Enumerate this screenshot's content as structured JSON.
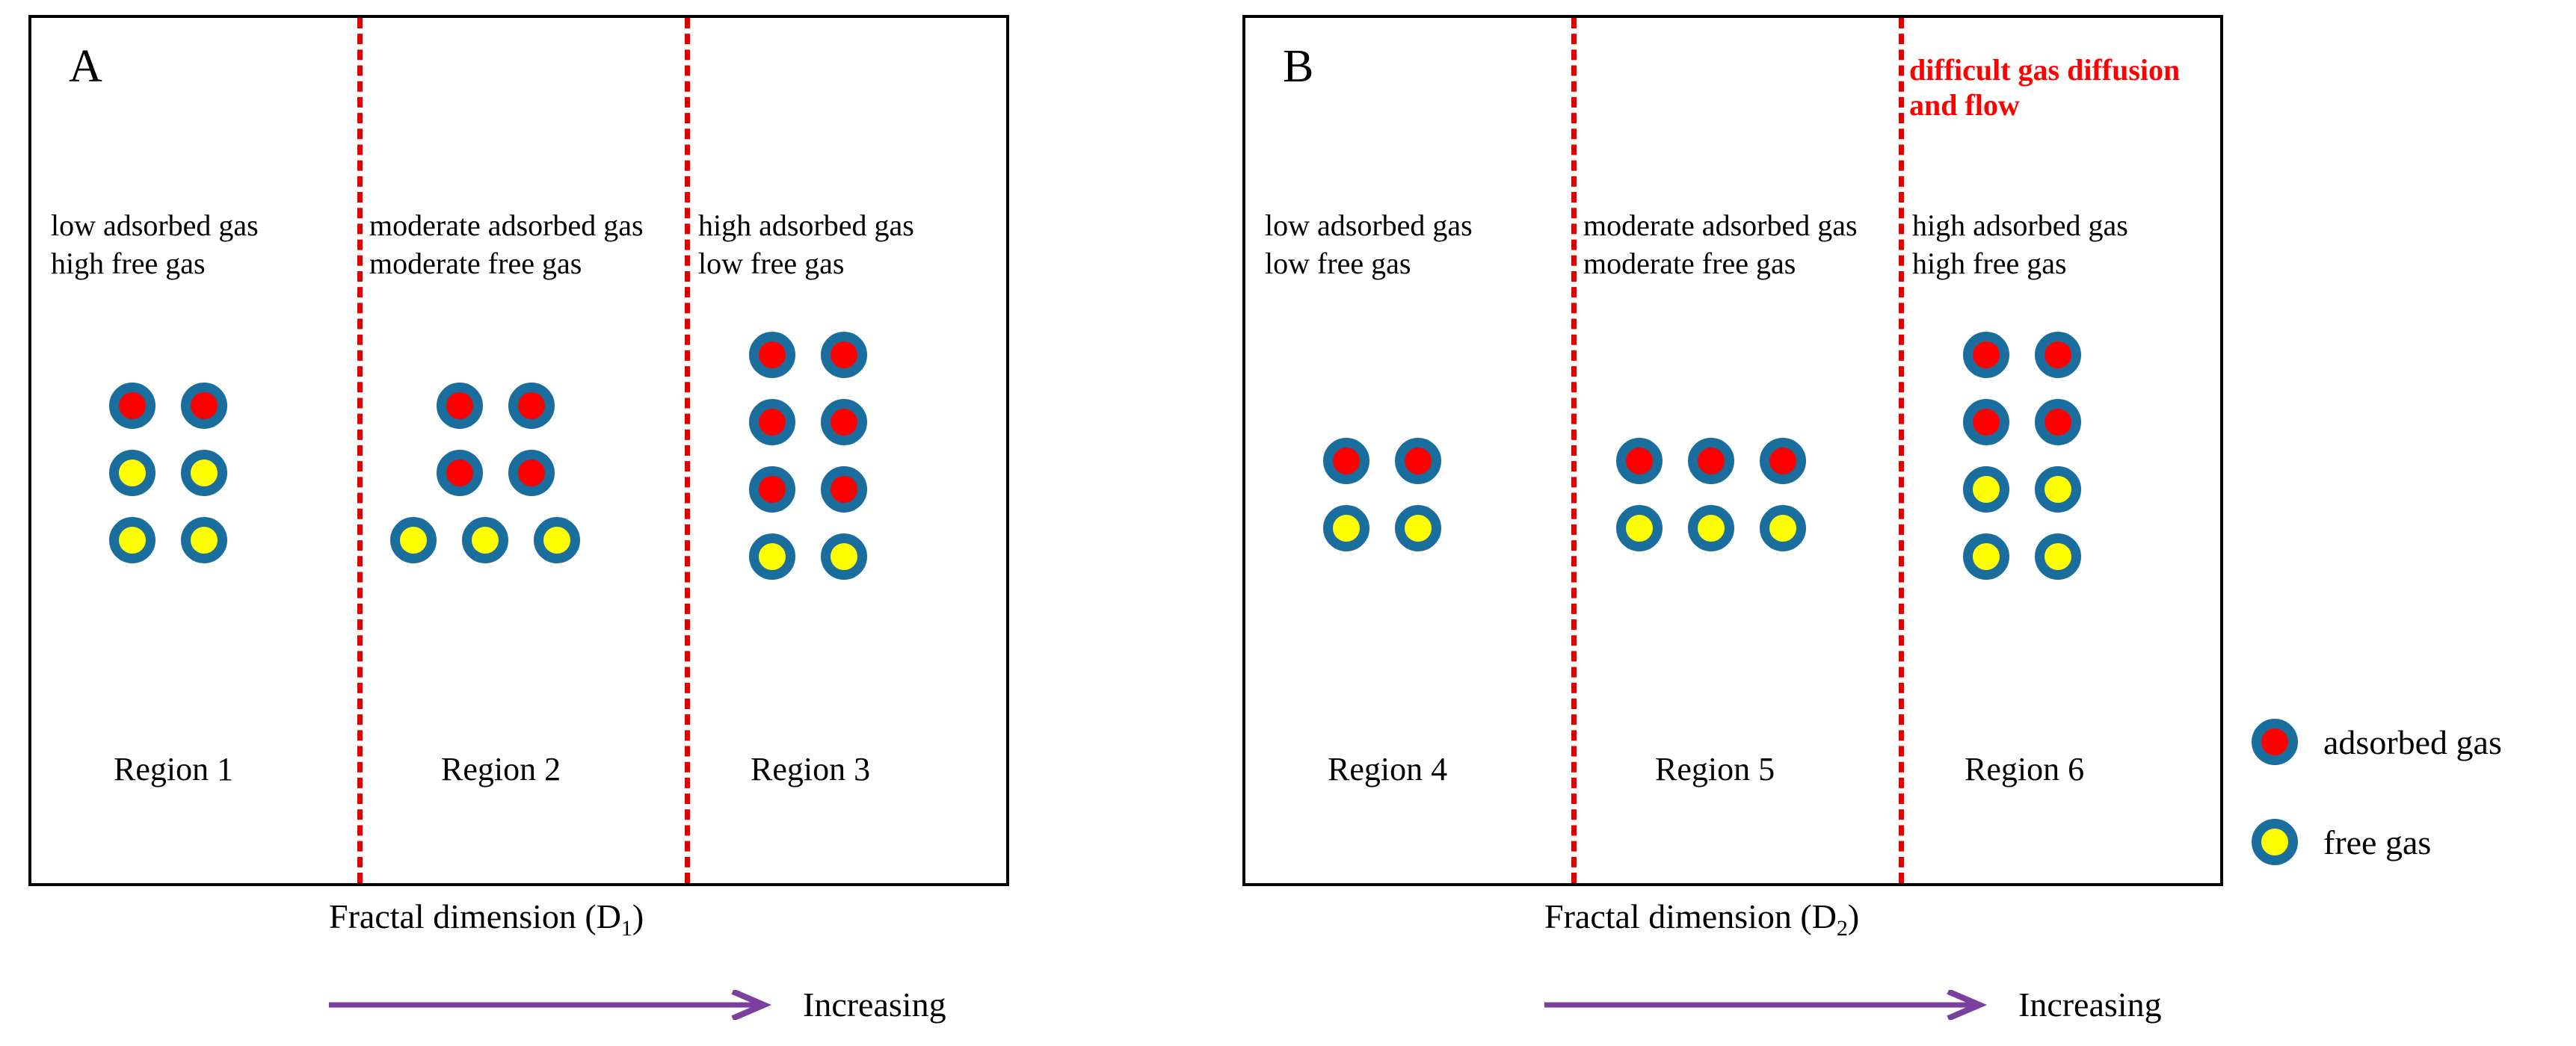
{
  "figure": {
    "panels": [
      {
        "letter": "A",
        "axis_caption_prefix": "Fractal dimension (D",
        "axis_caption_sub": "1",
        "axis_caption_suffix": ")",
        "arrow_label": "Increasing",
        "arrow_color": "#7b3f9d",
        "regions": [
          {
            "label": "Region 1",
            "desc_line1": "low adsorbed gas",
            "desc_line2": "high free gas",
            "adsorbed_count": 2,
            "free_count": 4,
            "rows": [
              {
                "fill": "adsorbed",
                "count": 2
              },
              {
                "fill": "free",
                "count": 2
              },
              {
                "fill": "free",
                "count": 2
              }
            ]
          },
          {
            "label": "Region 2",
            "desc_line1": "moderate  adsorbed gas",
            "desc_line2": "moderate  free gas",
            "adsorbed_count": 4,
            "free_count": 3,
            "rows": [
              {
                "fill": "adsorbed",
                "count": 2
              },
              {
                "fill": "adsorbed",
                "count": 2
              },
              {
                "fill": "free",
                "count": 3
              }
            ]
          },
          {
            "label": "Region 3",
            "desc_line1": "high adsorbed gas",
            "desc_line2": "low free gas",
            "adsorbed_count": 6,
            "free_count": 2,
            "rows": [
              {
                "fill": "adsorbed",
                "count": 2
              },
              {
                "fill": "adsorbed",
                "count": 2
              },
              {
                "fill": "adsorbed",
                "count": 2
              },
              {
                "fill": "free",
                "count": 2
              }
            ]
          }
        ]
      },
      {
        "letter": "B",
        "axis_caption_prefix": "Fractal dimension (D",
        "axis_caption_sub": "2",
        "axis_caption_suffix": ")",
        "arrow_label": "Increasing",
        "arrow_color": "#7b3f9d",
        "annotation_line1": "difficult gas diffusion",
        "annotation_line2": "and flow",
        "annotation_color": "#ff0000",
        "regions": [
          {
            "label": "Region 4",
            "desc_line1": "low adsorbed gas",
            "desc_line2": "low free gas",
            "adsorbed_count": 2,
            "free_count": 2,
            "rows": [
              {
                "fill": "adsorbed",
                "count": 2
              },
              {
                "fill": "free",
                "count": 2
              }
            ]
          },
          {
            "label": "Region 5",
            "desc_line1": "moderate  adsorbed gas",
            "desc_line2": "moderate  free gas",
            "adsorbed_count": 3,
            "free_count": 3,
            "rows": [
              {
                "fill": "adsorbed",
                "count": 3
              },
              {
                "fill": "free",
                "count": 3
              }
            ]
          },
          {
            "label": "Region 6",
            "desc_line1": "high adsorbed gas",
            "desc_line2": "high free gas",
            "adsorbed_count": 4,
            "free_count": 4,
            "rows": [
              {
                "fill": "adsorbed",
                "count": 2
              },
              {
                "fill": "adsorbed",
                "count": 2
              },
              {
                "fill": "free",
                "count": 2
              },
              {
                "fill": "free",
                "count": 2
              }
            ]
          }
        ]
      }
    ],
    "legend": {
      "items": [
        {
          "label": "adsorbed gas",
          "fill": "adsorbed",
          "color": "#ff0000"
        },
        {
          "label": "free gas",
          "fill": "free",
          "color": "#ffff00"
        }
      ],
      "ring_color": "#1a6e9e"
    },
    "divider_color": "#e00000",
    "border_color": "#000000"
  }
}
